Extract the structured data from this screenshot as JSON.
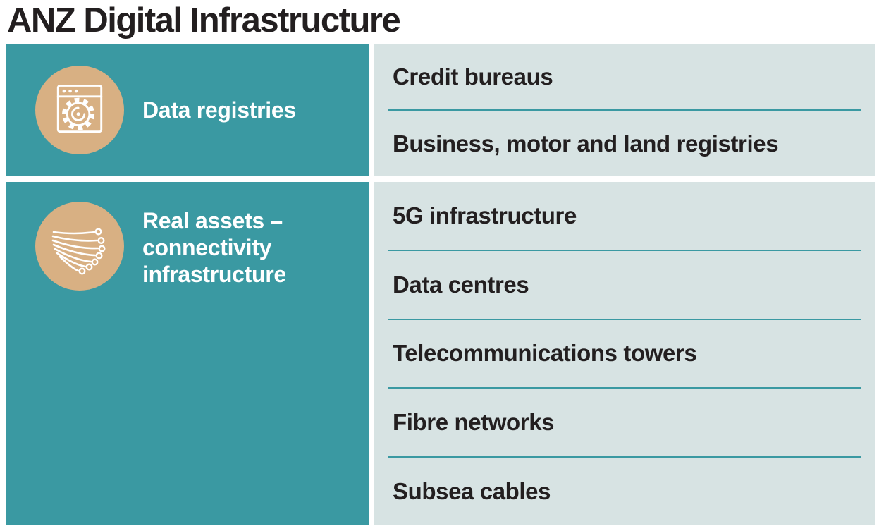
{
  "page": {
    "title": "ANZ Digital Infrastructure"
  },
  "colors": {
    "teal": "#3A99A2",
    "light": "#D7E3E3",
    "tan": "#D8B083",
    "text_dark": "#231F20",
    "white": "#FFFFFF"
  },
  "icons": [
    {
      "name": "browser-gear-icon",
      "meaning": "application window with settings gear"
    },
    {
      "name": "fibre-cables-icon",
      "meaning": "bundle of fibre optic cables"
    }
  ],
  "rows": [
    {
      "category": "Data registries",
      "items": [
        "Credit bureaus",
        "Business, motor and land registries"
      ]
    },
    {
      "category": "Real assets – connectivity infrastructure",
      "items": [
        "5G infrastructure",
        "Data centres",
        "Telecommunications towers",
        "Fibre networks",
        "Subsea cables"
      ]
    }
  ]
}
